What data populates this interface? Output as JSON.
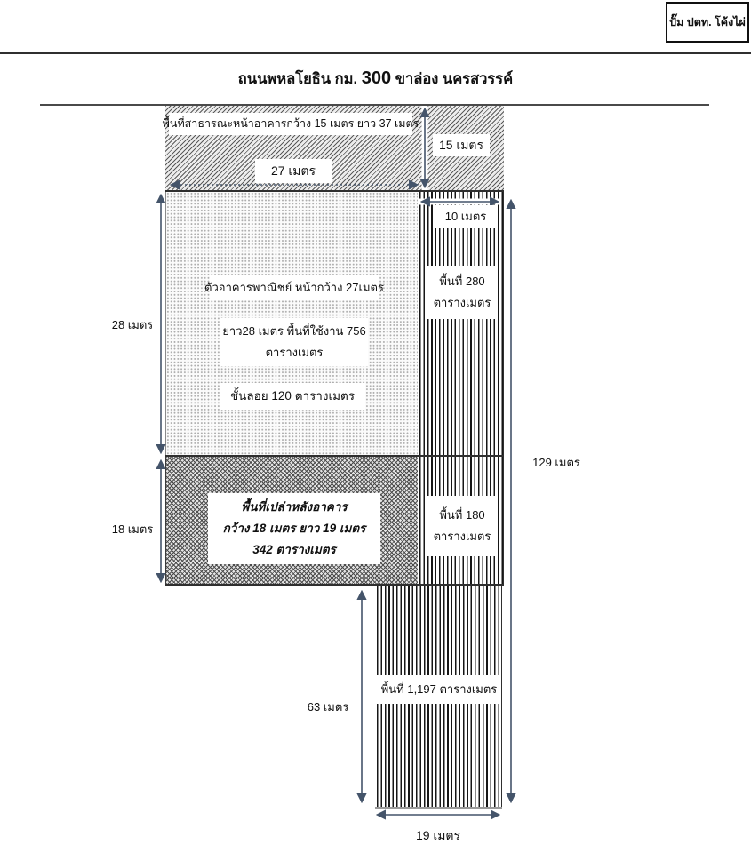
{
  "page": {
    "station_box_label": "ปั๊ม ปตท. โค้งไผ่",
    "title_prefix": "ถนนพหลโยธิน กม.",
    "title_number": "300",
    "title_suffix": "ขาล่อง นครสวรรค์"
  },
  "colors": {
    "dimension_arrow": "#44546A",
    "hatch_line": "#5a5a5a",
    "stripe_line": "#161616",
    "border_line": "#2f2f2f",
    "background": "#ffffff"
  },
  "public_area": {
    "label": "พื้นที่สาธารณะหน้าอาคารกว้าง 15 เมตร  ยาว 37 เมตร",
    "width_dim": "27 เมตร",
    "depth_dim": "15 เมตร"
  },
  "building": {
    "line1": "ตัวอาคารพาณิชย์ หน้ากว้าง 27เมตร",
    "line2": "ยาว28 เมตร พื้นที่ใช้งาน 756",
    "line3": "ตารางเมตร",
    "mezzanine": "ชั้นลอย 120 ตารางเมตร",
    "height_dim": "28 เมตร"
  },
  "side_strip_upper": {
    "width_dim": "10 เมตร",
    "area_line1": "พื้นที่ 280",
    "area_line2": "ตารางเมตร"
  },
  "back_area": {
    "line1": "พื้นที่เปล่าหลังอาคาร",
    "line2": "กว้าง 18 เมตร ยาว 19 เมตร",
    "line3": "342 ตารางเมตร",
    "height_dim": "18 เมตร"
  },
  "side_strip_lower": {
    "area_line1": "พื้นที่ 180",
    "area_line2": "ตารางเมตร"
  },
  "bottom_column": {
    "area_label": "พื้นที่ 1,197 ตารางเมตร",
    "height_dim": "63 เมตร",
    "width_dim": "19 เมตร"
  },
  "overall": {
    "total_height_dim": "129 เมตร"
  }
}
